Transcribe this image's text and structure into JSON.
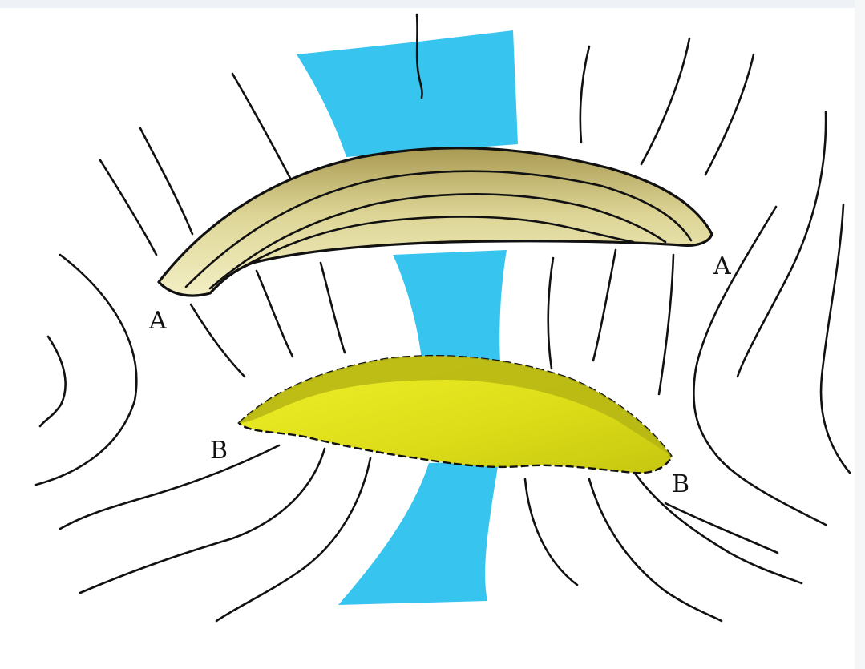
{
  "labels": {
    "a_left": "A",
    "a_right": "A",
    "b_left": "B",
    "b_right": "B"
  },
  "colors": {
    "background": "#ffffff",
    "water": "#37c4ef",
    "layer_a_light": "#f1ecb5",
    "layer_a_mid": "#d6cf8f",
    "layer_a_dark": "#b1a45a",
    "lens_b_outer": "#b5b514",
    "lens_b_inner": "#e2e21c",
    "line": "#111111"
  }
}
